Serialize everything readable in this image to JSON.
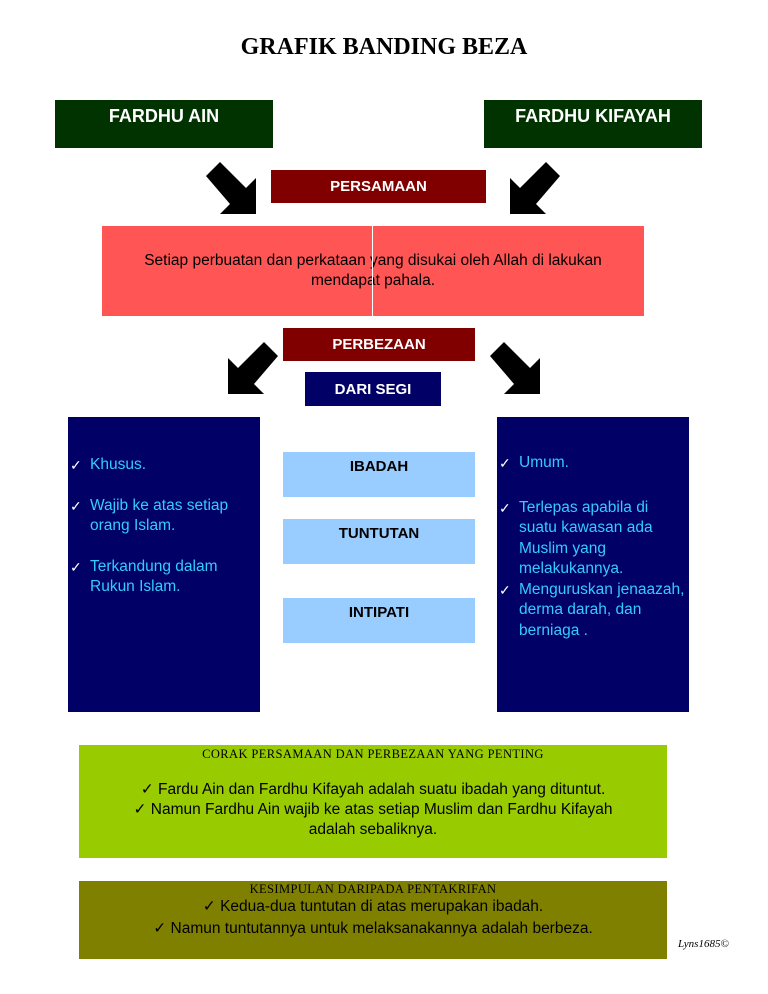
{
  "title": "GRAFIK BANDING BEZA",
  "header_left": "FARDHU AIN",
  "header_right": "FARDHU KIFAYAH",
  "persamaan_label": "PERSAMAAN",
  "persamaan_text_line1": "Setiap perbuatan dan perkataan yang disukai oleh Allah di lakukan",
  "persamaan_text_line2": "mendapat pahala.",
  "perbezaan_label": "PERBEZAAN",
  "dari_segi_label": "DARI SEGI",
  "categories": [
    "IBADAH",
    "TUNTUTAN",
    "INTIPATI"
  ],
  "left_panel": [
    "Khusus.",
    "Wajib ke atas setiap orang Islam.",
    "Terkandung dalam Rukun Islam."
  ],
  "right_panel": [
    "Umum.",
    "Terlepas apabila di suatu kawasan ada Muslim yang melakukannya.",
    "Menguruskan jenaazah, derma darah, dan berniaga ."
  ],
  "corak_box": {
    "heading": "CORAK PERSAMAAN DAN PERBEZAAN YANG PENTING",
    "line1": "Fardu Ain dan Fardhu Kifayah adalah suatu ibadah yang dituntut.",
    "line2": "Namun Fardhu Ain wajib ke atas setiap Muslim dan Fardhu Kifayah",
    "line3": "adalah sebaliknya."
  },
  "kesimpulan_box": {
    "heading": "KESIMPULAN DARIPADA PENTAKRIFAN",
    "line1": "Kedua-dua tuntutan di atas merupakan ibadah.",
    "line2": "Namun tuntutannya untuk melaksanakannya adalah berbeza."
  },
  "signature": "Lyns1685©",
  "check_glyph": "✓",
  "colors": {
    "header": "#003300",
    "band": "#800000",
    "navy": "#000066",
    "pink": "#ff5555",
    "light_blue": "#99ccff",
    "panel_text": "#33ccff",
    "green": "#99cc00",
    "olive": "#808000"
  }
}
